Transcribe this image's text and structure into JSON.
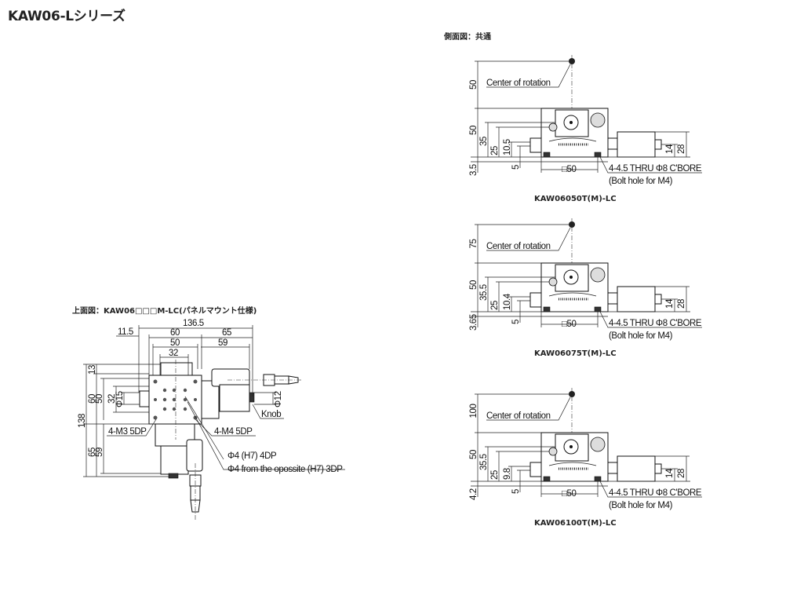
{
  "page_title": "KAW06-Lシリーズ",
  "side_view_heading": "側面図：共通",
  "top_view": {
    "heading": "上面図：KAW06□□□M-LC(パネルマウント仕様)",
    "dims": {
      "overall_width": "136.5",
      "offset_left": "11.5",
      "width_60": "60",
      "width_65": "65",
      "width_50": "50",
      "width_59": "59",
      "width_32": "32",
      "overall_height": "138",
      "height_13": "13",
      "height_60": "60",
      "height_50": "50",
      "height_32": "32",
      "dia_15": "Φ15",
      "height_65": "65",
      "height_59": "59",
      "dia_12": "Φ12"
    },
    "callouts": {
      "knob": "Knob",
      "m3": "4-M3 5DP",
      "m4": "4-M4 5DP",
      "pin_hole": "Φ4 (H7) 4DP",
      "pin_hole_opposite": "Φ4 from the opossite (H7) 3DP"
    }
  },
  "side_views": [
    {
      "model": "KAW06050T(M)-LC",
      "center_label": "Center of rotation",
      "dim_center": "50",
      "dim_height": "50",
      "dim_a": "35",
      "dim_b": "25",
      "dim_c": "10.5",
      "dim_d": "5",
      "dim_base": "3.5",
      "dim_square": "□50",
      "dim_motor_mid": "14",
      "dim_motor_h": "28",
      "bolt_note": "4-4.5 THRU Φ8 C'BORE",
      "bolt_note2": "(Bolt hole for M4)"
    },
    {
      "model": "KAW06075T(M)-LC",
      "center_label": "Center of rotation",
      "dim_center": "75",
      "dim_height": "50",
      "dim_a": "35.5",
      "dim_b": "25",
      "dim_c": "10.4",
      "dim_d": "5",
      "dim_base": "3.65",
      "dim_square": "□50",
      "dim_motor_mid": "14",
      "dim_motor_h": "28",
      "bolt_note": "4-4.5 THRU Φ8 C'BORE",
      "bolt_note2": "(Bolt hole for M4)"
    },
    {
      "model": "KAW06100T(M)-LC",
      "center_label": "Center of rotation",
      "dim_center": "100",
      "dim_height": "50",
      "dim_a": "35.5",
      "dim_b": "25",
      "dim_c": "9.8",
      "dim_d": "5",
      "dim_base": "4.2",
      "dim_square": "□50",
      "dim_motor_mid": "14",
      "dim_motor_h": "28",
      "bolt_note": "4-4.5 THRU Φ8 C'BORE",
      "bolt_note2": "(Bolt hole for M4)"
    }
  ]
}
